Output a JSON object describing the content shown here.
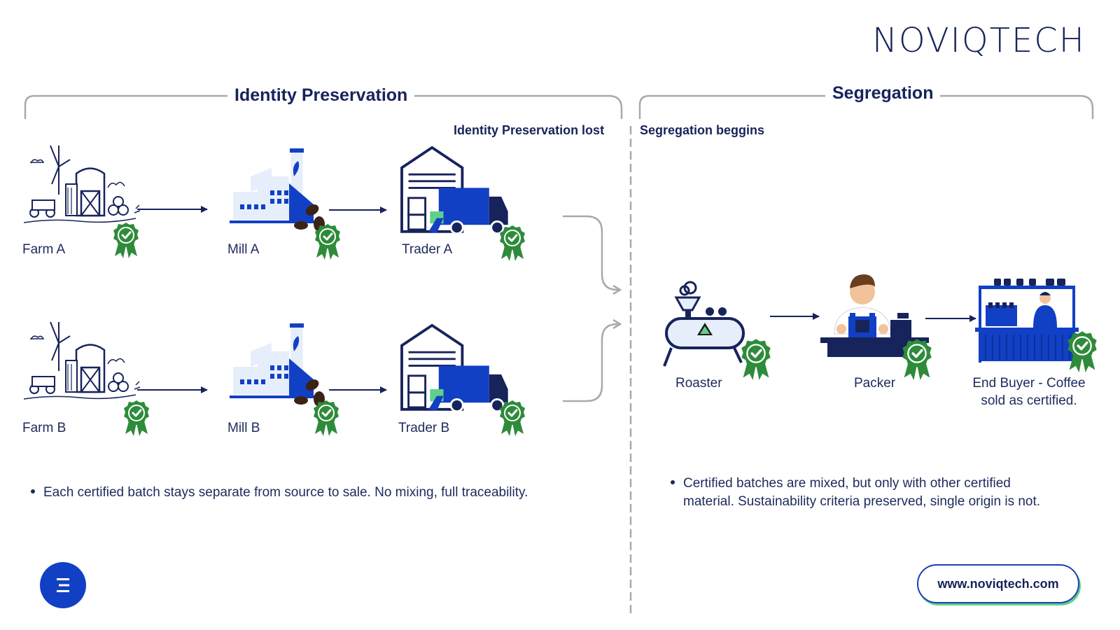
{
  "brand": {
    "logo_text": "NOVIQTECH",
    "url": "www.noviqtech.com"
  },
  "colors": {
    "navy": "#17235b",
    "blue": "#1240c4",
    "light_blue": "#e6eefc",
    "green": "#2e8b3a",
    "grey": "#a9a9a9"
  },
  "sections": {
    "identity": {
      "title": "Identity Preservation",
      "lost_label": "Identity Preservation lost",
      "bullet": "Each certified batch stays separate from source to sale. No mixing, full traceability."
    },
    "segregation": {
      "title": "Segregation",
      "begins_label": "Segregation beggins",
      "bullet_line1": "Certified batches are mixed, but only with other certified",
      "bullet_line2": "material. Sustainability criteria preserved, single origin is not."
    }
  },
  "chain_a": {
    "farm": "Farm A",
    "mill": "Mill A",
    "trader": "Trader A"
  },
  "chain_b": {
    "farm": "Farm B",
    "mill": "Mill B",
    "trader": "Trader B"
  },
  "chain_merged": {
    "roaster": "Roaster",
    "packer": "Packer",
    "end_buyer_line1": "End Buyer - Coffee",
    "end_buyer_line2": "sold as certified."
  },
  "icons": [
    "farm-icon",
    "mill-icon",
    "trader-truck-icon",
    "roaster-icon",
    "packer-icon",
    "end-buyer-icon",
    "certified-badge-icon",
    "menu-icon"
  ]
}
